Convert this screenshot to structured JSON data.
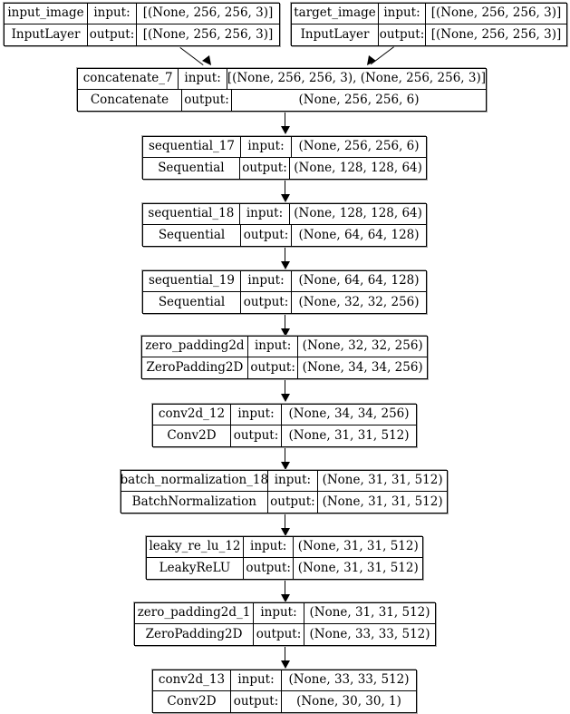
{
  "diagram": {
    "title": "Keras model architecture graph",
    "type": "keras-model-plot",
    "background_color": "#ffffff",
    "node_border_color": "#000000",
    "node_fill_color": "#ffffff",
    "edge_color": "#000000",
    "labels": {
      "input_label": "input:",
      "output_label": "output:"
    },
    "nodes": [
      {
        "id": "input_image",
        "name": "input_image",
        "class": "InputLayer",
        "input_shape": "[(None, 256, 256, 3)]",
        "output_shape": "[(None, 256, 256, 3)]"
      },
      {
        "id": "target_image",
        "name": "target_image",
        "class": "InputLayer",
        "input_shape": "[(None, 256, 256, 3)]",
        "output_shape": "[(None, 256, 256, 3)]"
      },
      {
        "id": "concatenate_7",
        "name": "concatenate_7",
        "class": "Concatenate",
        "input_shape": "[(None, 256, 256, 3), (None, 256, 256, 3)]",
        "output_shape": "(None, 256, 256, 6)"
      },
      {
        "id": "sequential_17",
        "name": "sequential_17",
        "class": "Sequential",
        "input_shape": "(None, 256, 256, 6)",
        "output_shape": "(None, 128, 128, 64)"
      },
      {
        "id": "sequential_18",
        "name": "sequential_18",
        "class": "Sequential",
        "input_shape": "(None, 128, 128, 64)",
        "output_shape": "(None, 64, 64, 128)"
      },
      {
        "id": "sequential_19",
        "name": "sequential_19",
        "class": "Sequential",
        "input_shape": "(None, 64, 64, 128)",
        "output_shape": "(None, 32, 32, 256)"
      },
      {
        "id": "zero_padding2d",
        "name": "zero_padding2d",
        "class": "ZeroPadding2D",
        "input_shape": "(None, 32, 32, 256)",
        "output_shape": "(None, 34, 34, 256)"
      },
      {
        "id": "conv2d_12",
        "name": "conv2d_12",
        "class": "Conv2D",
        "input_shape": "(None, 34, 34, 256)",
        "output_shape": "(None, 31, 31, 512)"
      },
      {
        "id": "batch_normalization_18",
        "name": "batch_normalization_18",
        "class": "BatchNormalization",
        "input_shape": "(None, 31, 31, 512)",
        "output_shape": "(None, 31, 31, 512)"
      },
      {
        "id": "leaky_re_lu_12",
        "name": "leaky_re_lu_12",
        "class": "LeakyReLU",
        "input_shape": "(None, 31, 31, 512)",
        "output_shape": "(None, 31, 31, 512)"
      },
      {
        "id": "zero_padding2d_1",
        "name": "zero_padding2d_1",
        "class": "ZeroPadding2D",
        "input_shape": "(None, 31, 31, 512)",
        "output_shape": "(None, 33, 33, 512)"
      },
      {
        "id": "conv2d_13",
        "name": "conv2d_13",
        "class": "Conv2D",
        "input_shape": "(None, 33, 33, 512)",
        "output_shape": "(None, 30, 30, 1)"
      }
    ],
    "edges": [
      {
        "from": "input_image",
        "to": "concatenate_7"
      },
      {
        "from": "target_image",
        "to": "concatenate_7"
      },
      {
        "from": "concatenate_7",
        "to": "sequential_17"
      },
      {
        "from": "sequential_17",
        "to": "sequential_18"
      },
      {
        "from": "sequential_18",
        "to": "sequential_19"
      },
      {
        "from": "sequential_19",
        "to": "zero_padding2d"
      },
      {
        "from": "zero_padding2d",
        "to": "conv2d_12"
      },
      {
        "from": "conv2d_12",
        "to": "batch_normalization_18"
      },
      {
        "from": "batch_normalization_18",
        "to": "leaky_re_lu_12"
      },
      {
        "from": "leaky_re_lu_12",
        "to": "zero_padding2d_1"
      },
      {
        "from": "zero_padding2d_1",
        "to": "conv2d_13"
      }
    ]
  }
}
